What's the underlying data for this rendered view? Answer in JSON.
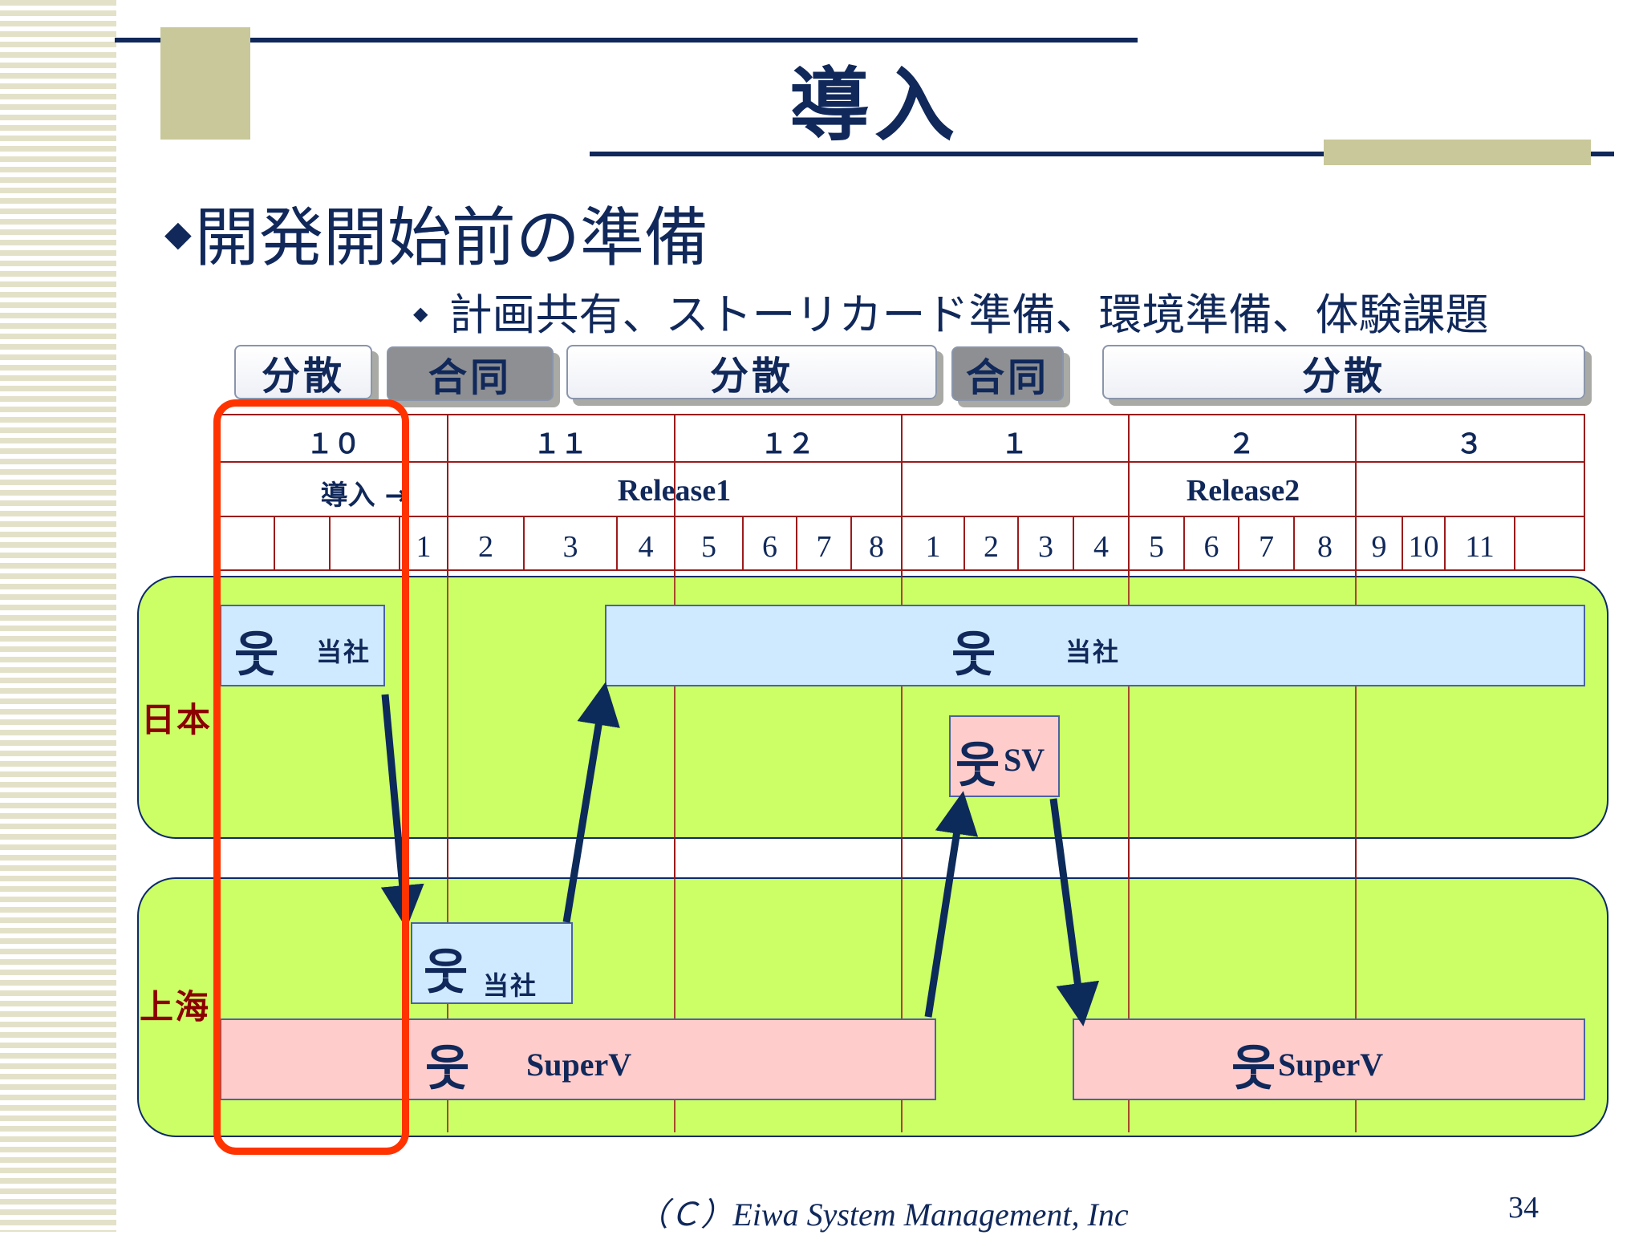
{
  "title": "導入",
  "main_bullet": "開発開始前の準備",
  "sub_bullet": "計画共有、ストーリカード準備、環境準備、体験課題",
  "phases": [
    "分散",
    "合同",
    "分散",
    "合同",
    "分散"
  ],
  "months": [
    "１０",
    "１１",
    "１２",
    "１",
    "２",
    "３"
  ],
  "intro_label": "導入 →",
  "releases": [
    "Release1",
    "Release2"
  ],
  "iterations": [
    "1",
    "2",
    "3",
    "4",
    "5",
    "6",
    "7",
    "8",
    "1",
    "2",
    "3",
    "4",
    "5",
    "6",
    "7",
    "8",
    "9",
    "10",
    "11"
  ],
  "regions": {
    "japan": "日本",
    "shanghai": "上海"
  },
  "boxes": {
    "japan_intro": "当社",
    "japan_main": "当社",
    "japan_sv": "SV",
    "shanghai_ours": "当社",
    "shanghai_superv1": "SuperV",
    "shanghai_superv2": "SuperV"
  },
  "person_icon": "person-icon",
  "colors": {
    "region_bg": "#ccff66",
    "box_blue": "#cfeafe",
    "box_pink": "#ffcccc",
    "highlight": "#ff3300",
    "text_navy": "#10285a"
  },
  "footer": "（Ｃ）Eiwa System Management, Inc",
  "page_number": "34"
}
